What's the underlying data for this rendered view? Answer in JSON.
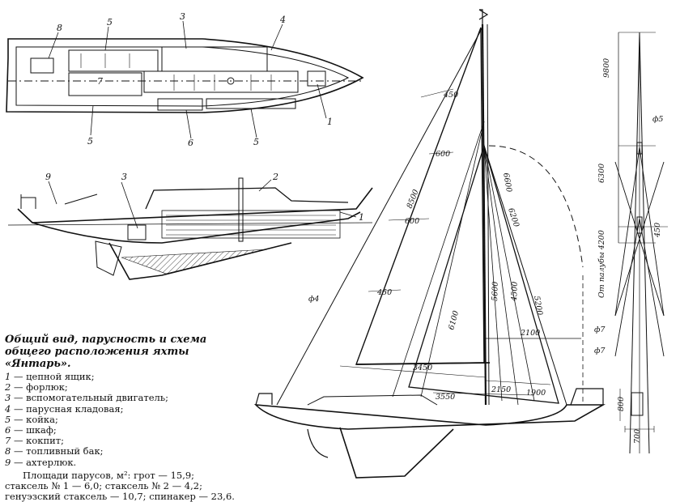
{
  "caption": {
    "title": "Общий вид, парусность и схема общего расположения яхты «Янтарь».",
    "legend": [
      {
        "num": "1",
        "text": "цепной ящик;"
      },
      {
        "num": "2",
        "text": "форлюк;"
      },
      {
        "num": "3",
        "text": "вспомогательный двигатель;"
      },
      {
        "num": "4",
        "text": "парусная кладовая;"
      },
      {
        "num": "5",
        "text": "койка;"
      },
      {
        "num": "6",
        "text": "шкаф;"
      },
      {
        "num": "7",
        "text": "кокпит;"
      },
      {
        "num": "8",
        "text": "топливный бак;"
      },
      {
        "num": "9",
        "text": "ахтерлюк."
      }
    ],
    "areas": "Площади парусов, м²: грот — 15,9; стаксель № 1 — 6,0; стаксель № 2 — 4,2; генуэзский стаксель — 10,7; спинакер — 23,6."
  },
  "plan_labels": {
    "l1": "1",
    "l3": "3",
    "l4": "4",
    "l5a": "5",
    "l5b": "5",
    "l5c": "5",
    "l6": "6",
    "l7": "7",
    "l8": "8"
  },
  "profile_labels": {
    "l1": "1",
    "l2": "2",
    "l3": "3",
    "l9": "9"
  },
  "sail_dims": {
    "d450top": "450",
    "d600a": "600",
    "d8500": "8500",
    "d600b": "600",
    "d450low": "450",
    "d6100": "6100",
    "d6600": "6600",
    "d6200": "6200",
    "d5600": "5600",
    "d4500": "4500",
    "d5200": "5200",
    "d2100": "2100",
    "d3450": "3450",
    "d3550": "3550",
    "d2150": "2150",
    "d1900": "1900",
    "phi4": "ф4"
  },
  "mast_dims": {
    "d9800": "9800",
    "phi5": "ф5",
    "d6300": "6300",
    "d4200": "От палубы 4200",
    "d450": "450",
    "phi7a": "ф7",
    "phi7b": "ф7",
    "d800": "800",
    "d700": "700"
  }
}
